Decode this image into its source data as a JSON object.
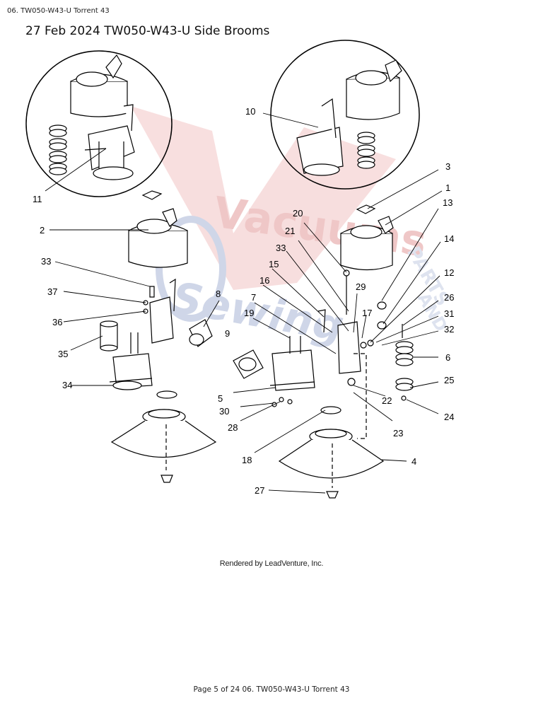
{
  "header": {
    "doc_code": "06. TW050-W43-U Torrent 43"
  },
  "title": "27 Feb 2024 TW050-W43-U Side Brooms",
  "watermark": {
    "word1": "Vacuums",
    "word2": "Sewing",
    "tail1": "PARTS",
    "tail2": "AND",
    "color_red": "#e8a0a0",
    "color_blue": "#a9b6d6"
  },
  "render_credit": "Rendered by LeadVenture, Inc.",
  "footer": "Page 5 of 24 06. TW050-W43-U Torrent 43",
  "callouts": [
    {
      "id": "1",
      "label": "1"
    },
    {
      "id": "2",
      "label": "2"
    },
    {
      "id": "3",
      "label": "3"
    },
    {
      "id": "4",
      "label": "4"
    },
    {
      "id": "5",
      "label": "5"
    },
    {
      "id": "6",
      "label": "6"
    },
    {
      "id": "7",
      "label": "7"
    },
    {
      "id": "8",
      "label": "8"
    },
    {
      "id": "9",
      "label": "9"
    },
    {
      "id": "10",
      "label": "10"
    },
    {
      "id": "11",
      "label": "11"
    },
    {
      "id": "12",
      "label": "12"
    },
    {
      "id": "13",
      "label": "13"
    },
    {
      "id": "14",
      "label": "14"
    },
    {
      "id": "15",
      "label": "15"
    },
    {
      "id": "16",
      "label": "16"
    },
    {
      "id": "17",
      "label": "17"
    },
    {
      "id": "18",
      "label": "18"
    },
    {
      "id": "19",
      "label": "19"
    },
    {
      "id": "20",
      "label": "20"
    },
    {
      "id": "21",
      "label": "21"
    },
    {
      "id": "22",
      "label": "22"
    },
    {
      "id": "23",
      "label": "23"
    },
    {
      "id": "24",
      "label": "24"
    },
    {
      "id": "25",
      "label": "25"
    },
    {
      "id": "26",
      "label": "26"
    },
    {
      "id": "27",
      "label": "27"
    },
    {
      "id": "28",
      "label": "28"
    },
    {
      "id": "29",
      "label": "29"
    },
    {
      "id": "30",
      "label": "30"
    },
    {
      "id": "31",
      "label": "31"
    },
    {
      "id": "32",
      "label": "32"
    },
    {
      "id": "33a",
      "label": "33"
    },
    {
      "id": "33b",
      "label": "33"
    },
    {
      "id": "34",
      "label": "34"
    },
    {
      "id": "35",
      "label": "35"
    },
    {
      "id": "36",
      "label": "36"
    },
    {
      "id": "37",
      "label": "37"
    }
  ]
}
